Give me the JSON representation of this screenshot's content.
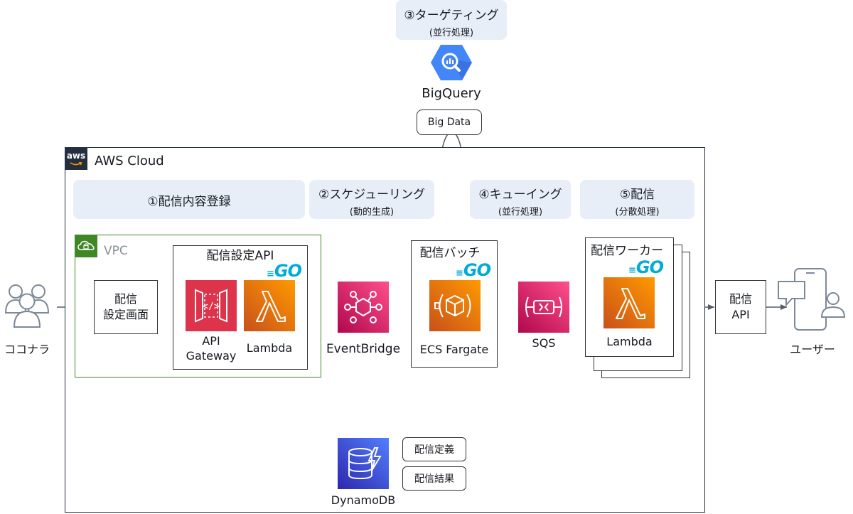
{
  "phases": {
    "targeting": {
      "title": "③ターゲティング",
      "sub": "(並行処理)"
    },
    "register": {
      "title": "①配信内容登録"
    },
    "schedule": {
      "title": "②スケジューリング",
      "sub": "(動的生成)"
    },
    "queue": {
      "title": "④キューイング",
      "sub": "(並行処理)"
    },
    "deliver": {
      "title": "⑤配信",
      "sub": "(分散処理)"
    }
  },
  "bigquery": {
    "label": "BigQuery",
    "tag": "Big Data"
  },
  "aws_cloud": {
    "label": "AWS Cloud",
    "badge": "aws"
  },
  "vpc": {
    "label": "VPC"
  },
  "actors": {
    "left": "ココナラ",
    "right": "ユーザー"
  },
  "settings_screen": {
    "line1": "配信",
    "line2": "設定画面"
  },
  "settings_api": {
    "title": "配信設定API",
    "go_label": "GO",
    "api_gateway": "API\nGateway",
    "lambda": "Lambda"
  },
  "eventbridge": {
    "label": "EventBridge"
  },
  "batch": {
    "title": "配信バッチ",
    "go_label": "GO",
    "service": "ECS Fargate"
  },
  "sqs": {
    "label": "SQS"
  },
  "worker": {
    "title": "配信ワーカー",
    "go_label": "GO",
    "lambda": "Lambda"
  },
  "delivery_api": {
    "line1": "配信",
    "line2": "API"
  },
  "dynamodb": {
    "label": "DynamoDB",
    "tags": [
      "配信定義",
      "配信結果"
    ]
  },
  "colors": {
    "vpc_green": "#3f8624",
    "lambda_orange": "#ed7100",
    "api_gateway_red": "#dd344c",
    "eventbridge_pink": "#e7157b",
    "fargate_orange": "#ed7100",
    "sqs_pink": "#e7157b",
    "dynamodb_blue": "#3b48cc",
    "bigquery_blue": "#4386fa",
    "phase_bg": "#e8eef8"
  }
}
